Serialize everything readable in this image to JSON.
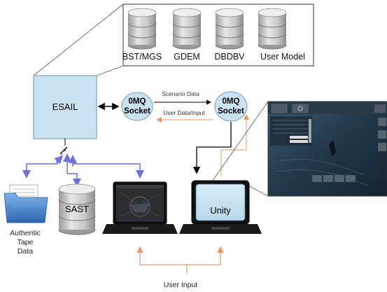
{
  "databases": [
    {
      "label": "BST/MGS"
    },
    {
      "label": "GDEM"
    },
    {
      "label": "DBDBV"
    },
    {
      "label": "User Model"
    }
  ],
  "esail": {
    "label": "ESAIL"
  },
  "sockets": [
    {
      "line1": "0MQ",
      "line2": "Socket"
    },
    {
      "line1": "0MQ",
      "line2": "Socket"
    }
  ],
  "links": {
    "scenario_data": "Scenario Data",
    "user_data_input": "User Data/Input"
  },
  "sast": {
    "label": "SAST"
  },
  "tape": {
    "line1": "Authentic",
    "line2": "Tape",
    "line3": "Data"
  },
  "unity": {
    "label": "Unity"
  },
  "user_input": {
    "label": "User Input"
  },
  "colors": {
    "esail_fill": "#c9e3f2",
    "socket_fill": "#c9e3f2",
    "blue_arrow": "#6f6fd8",
    "orange_arrow": "#e29a6b",
    "cylinder_light": "#d8d8d8",
    "cylinder_dark": "#8a8a8a",
    "folder": "#3f7fc8",
    "screen_dark": "#1f2a33"
  }
}
